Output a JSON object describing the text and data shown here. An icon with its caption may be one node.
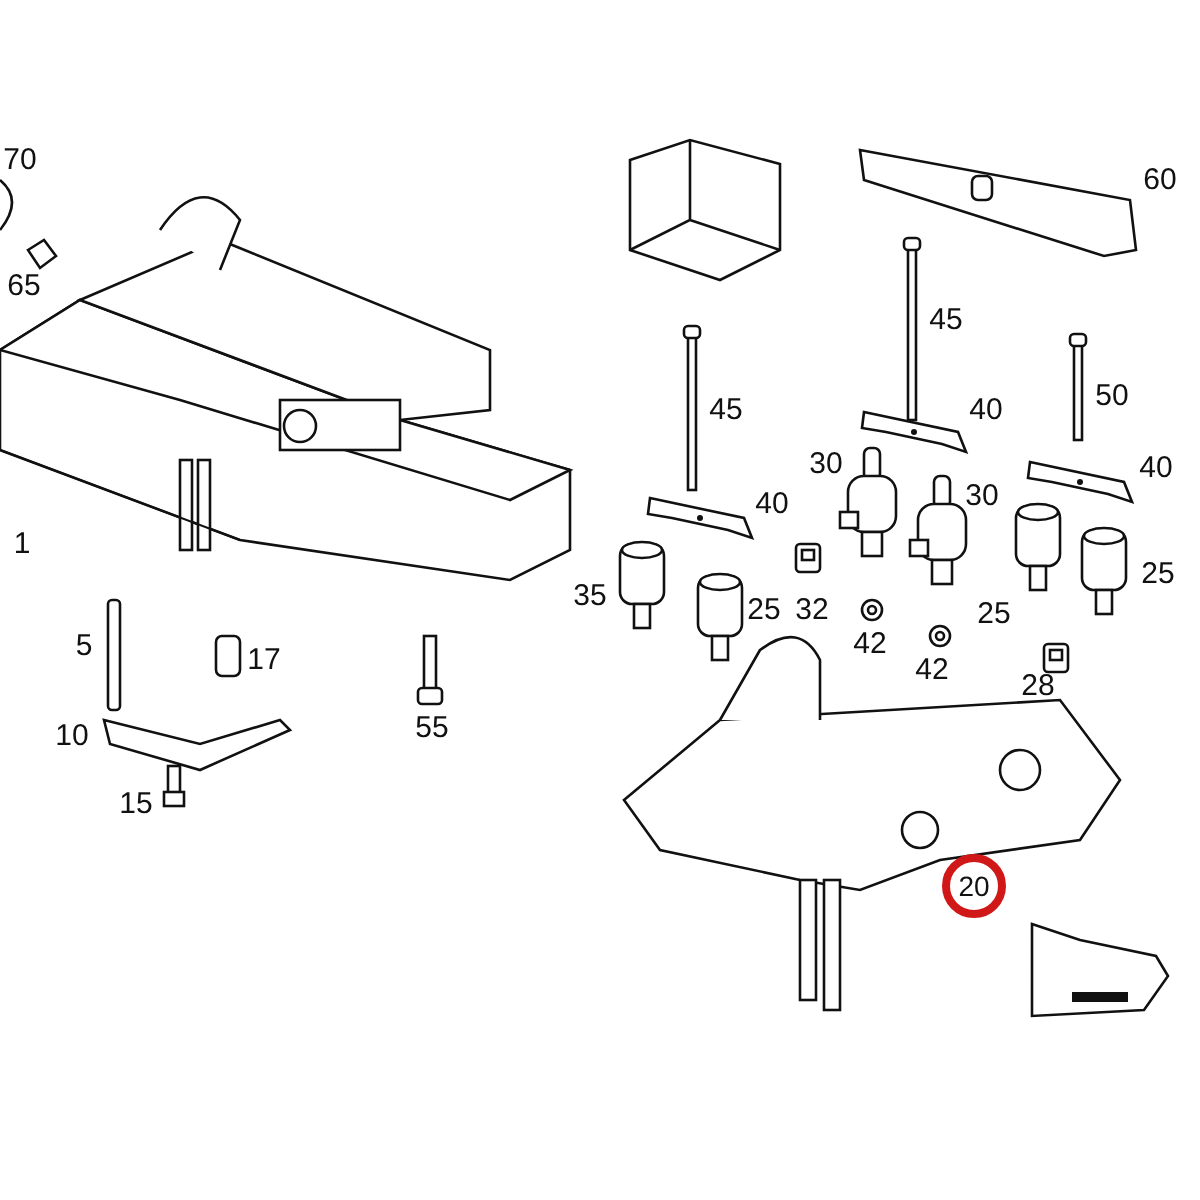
{
  "diagram": {
    "labels": [
      "70",
      "60",
      "65",
      "45",
      "50",
      "45",
      "40",
      "40",
      "30",
      "30",
      "40",
      "1",
      "25",
      "35",
      "25",
      "32",
      "25",
      "5",
      "17",
      "42",
      "42",
      "28",
      "55",
      "10",
      "15",
      "20"
    ]
  }
}
